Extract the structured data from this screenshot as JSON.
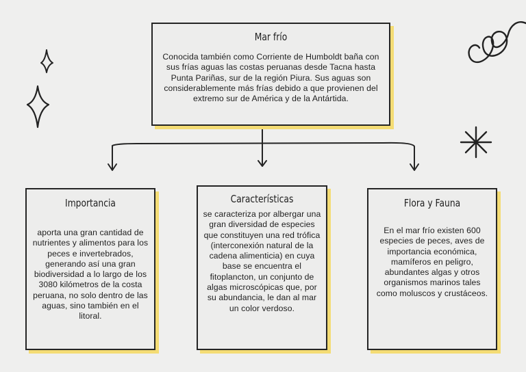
{
  "top": {
    "title": "Mar frío",
    "text": "Conocida también como Corriente de Humboldt baña con sus frías aguas las costas peruanas desde Tacna hasta Punta Pariñas, sur de la región Piura. Sus aguas son considerablemente más frías debido a que provienen del extremo sur de América y de la Antártida."
  },
  "boxes": [
    {
      "title": "Importancia",
      "text": "aporta una gran cantidad de nutrientes y alimentos para los peces e invertebrados, generando así una gran biodiversidad a lo largo de los 3080 kilómetros de la costa peruana, no solo dentro de las aguas, sino también en el litoral."
    },
    {
      "title": "Características",
      "text": "se caracteriza por albergar una gran diversidad de especies que constituyen una red trófica (interconexión natural de la cadena alimenticia) en cuya base se encuentra el fitoplancton, un conjunto de algas microscópicas que, por su abundancia, le dan al mar un color verdoso."
    },
    {
      "title": "Flora y Fauna",
      "text": "En el mar frío existen 600 especies de peces, aves de importancia económica, mamíferos en peligro, abundantes algas y otros organismos marinos tales como moluscos y crustáceos."
    }
  ],
  "colors": {
    "background": "#efefee",
    "box_shadow": "#f4dc74",
    "line": "#242424"
  }
}
